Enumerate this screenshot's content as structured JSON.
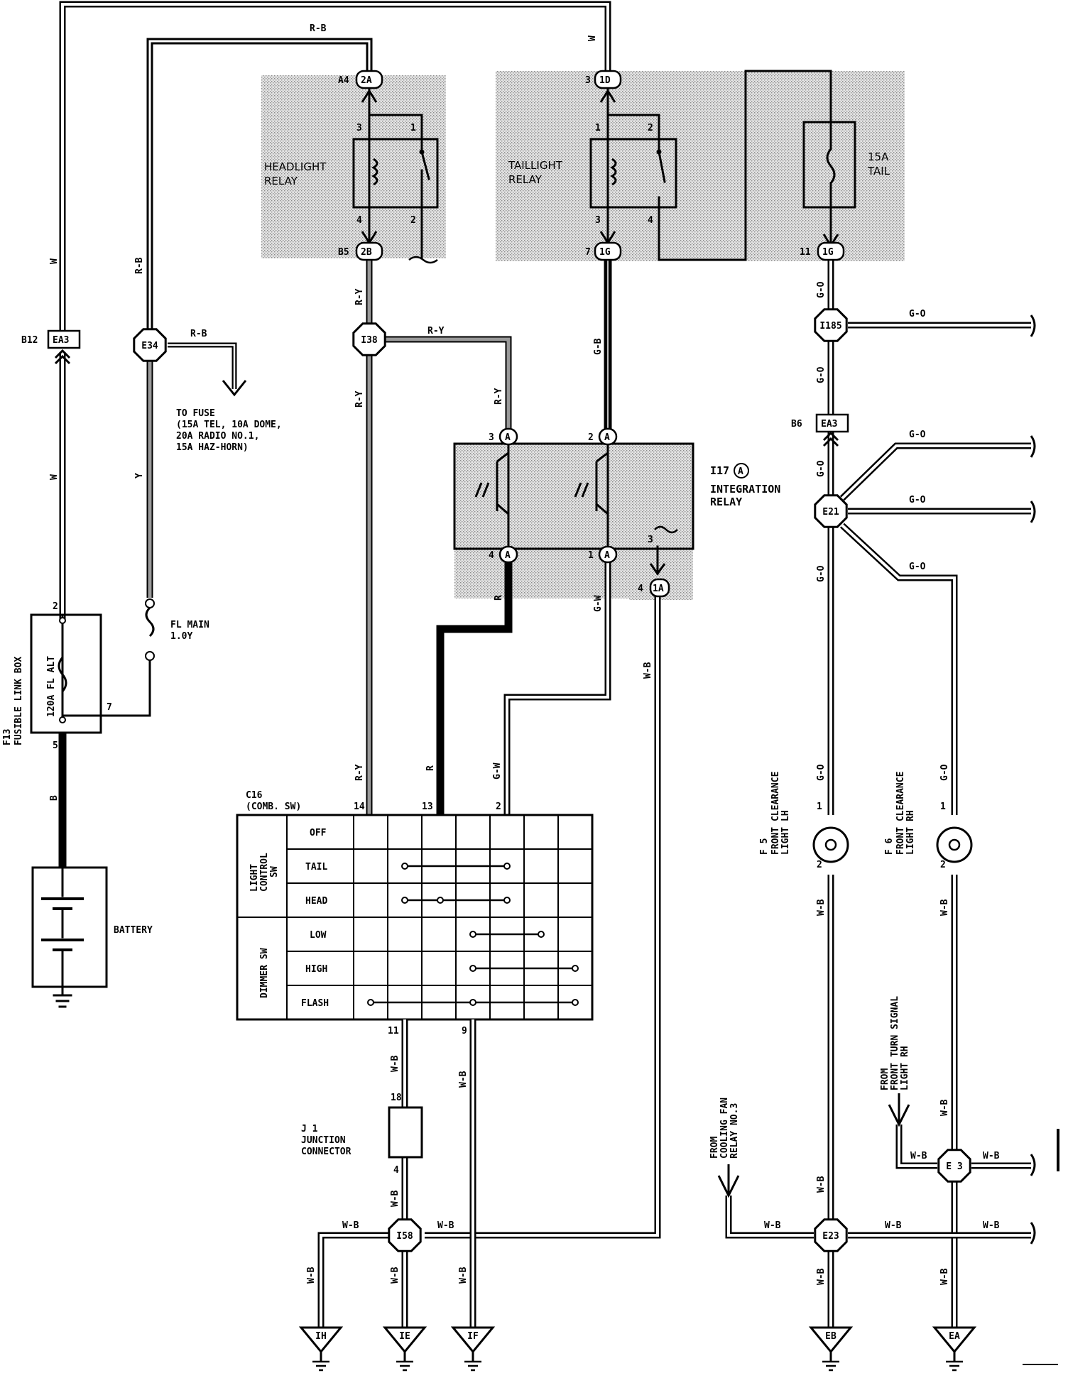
{
  "relays": {
    "headlight": {
      "label": "HEADLIGHT\nRELAY",
      "pins": [
        "1",
        "2",
        "3",
        "4"
      ],
      "top_conn": "2A",
      "top_id": "A4",
      "bottom_conn": "2B",
      "bottom_id": "B5"
    },
    "taillight": {
      "label": "TAILLIGHT\nRELAY",
      "pins": [
        "1",
        "2",
        "3",
        "4"
      ],
      "top_conn": "1D",
      "top_pin": "3",
      "bottom_conn": "1G",
      "bottom_pin": "7"
    },
    "tail_fuse": {
      "label": "15A\nTAIL",
      "conn": "1G",
      "pin": "11"
    },
    "integration": {
      "id": "I17",
      "conn_letter": "A",
      "label": "INTEGRATION\nRELAY",
      "pins": [
        "3",
        "2",
        "4",
        "1",
        "3"
      ],
      "side_conn": "1A",
      "side_pin": "4"
    }
  },
  "connectors": {
    "e34": "E34",
    "i38": "I38",
    "i185": "I185",
    "e21": "E21",
    "i58": "I58",
    "e23": "E23",
    "e3": "E 3",
    "b12": {
      "id": "B12",
      "conn": "EA3"
    },
    "b6": {
      "id": "B6",
      "conn": "EA3"
    }
  },
  "wires": {
    "rb": "R-B",
    "w": "W",
    "ry": "R-Y",
    "gb": "G-B",
    "go": "G-O",
    "y": "Y",
    "b": "B",
    "r": "R",
    "gw": "G-W",
    "wb": "W-B"
  },
  "fuse_note": "TO FUSE\n(15A TEL, 10A DOME,\n 20A RADIO NO.1,\n 15A HAZ-HORN)",
  "fusible_link": {
    "id": "F13",
    "title": "FUSIBLE LINK BOX",
    "fuse": "120A FL ALT",
    "pins": [
      "2",
      "7",
      "5"
    ]
  },
  "fl_main": "FL MAIN\n1.0Y",
  "battery": "BATTERY",
  "comb_switch": {
    "id": "C16",
    "title": "(COMB. SW)",
    "top_pins": [
      "14",
      "13",
      "2"
    ],
    "bottom_pins": [
      "11",
      "9"
    ],
    "group_light": "LIGHT\nCONTROL\nSW",
    "group_dimmer": "DIMMER SW",
    "rows": [
      "OFF",
      "TAIL",
      "HEAD",
      "LOW",
      "HIGH",
      "FLASH"
    ]
  },
  "junction": {
    "id": "J 1",
    "label": "JUNCTION\nCONNECTOR",
    "pins": [
      "18",
      "4"
    ]
  },
  "lights": {
    "f5": {
      "id": "F 5",
      "label": "FRONT CLEARANCE\nLIGHT LH",
      "pins": [
        "1",
        "2"
      ]
    },
    "f6": {
      "id": "F 6",
      "label": "FRONT CLEARANCE\nLIGHT RH",
      "pins": [
        "1",
        "2"
      ]
    }
  },
  "from_notes": {
    "cooling": "FROM\nCOOLING FAN\nRELAY NO.3",
    "turn": "FROM\nFRONT TURN SIGNAL\nLIGHT RH"
  },
  "grounds": [
    "IH",
    "IE",
    "IF",
    "EB",
    "EA"
  ]
}
